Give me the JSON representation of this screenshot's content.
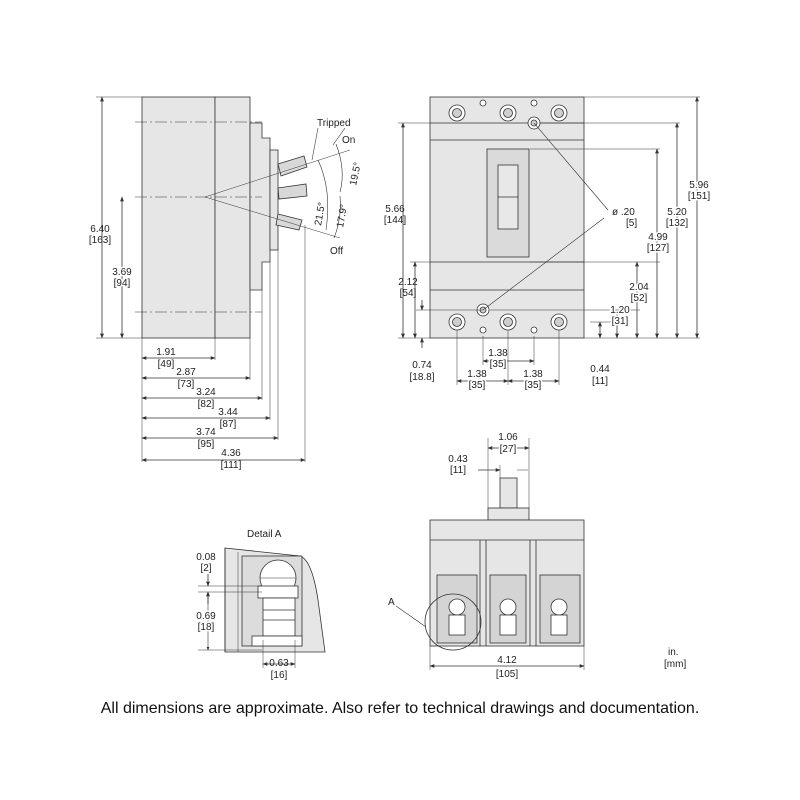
{
  "labels": {
    "tripped": "Tripped",
    "on": "On",
    "off": "Off",
    "detail_a": "Detail A",
    "a_marker": "A",
    "units_in": "in.",
    "units_mm": "[mm]"
  },
  "side_view": {
    "angle_195": "19.5°",
    "angle_215": "21.5°",
    "angle_179": "17.9°",
    "height_in": "6.40",
    "height_mm": "[163]",
    "handle_h_in": "3.69",
    "handle_h_mm": "[94]",
    "d1_in": "1.91",
    "d1_mm": "[49]",
    "d2_in": "2.87",
    "d2_mm": "[73]",
    "d3_in": "3.24",
    "d3_mm": "[82]",
    "d4_in": "3.44",
    "d4_mm": "[87]",
    "d5_in": "3.74",
    "d5_mm": "[95]",
    "d6_in": "4.36",
    "d6_mm": "[111]"
  },
  "front_view": {
    "h566_in": "5.66",
    "h566_mm": "[144]",
    "h212_in": "2.12",
    "h212_mm": "[54]",
    "h074_in": "0.74",
    "h074_mm": "[18.8]",
    "hole_in": "ø .20",
    "hole_mm": "[5]",
    "h596_in": "5.96",
    "h596_mm": "[151]",
    "h520_in": "5.20",
    "h520_mm": "[132]",
    "h499_in": "4.99",
    "h499_mm": "[127]",
    "h204_in": "2.04",
    "h204_mm": "[52]",
    "h120_in": "1.20",
    "h120_mm": "[31]",
    "h044_in": "0.44",
    "h044_mm": "[11]",
    "p1_in": "1.38",
    "p1_mm": "[35]",
    "p2_in": "1.38",
    "p2_mm": "[35]",
    "p3_in": "1.38",
    "p3_mm": "[35]"
  },
  "bottom_view": {
    "w106_in": "1.06",
    "w106_mm": "[27]",
    "w043_in": "0.43",
    "w043_mm": "[11]",
    "w412_in": "4.12",
    "w412_mm": "[105]"
  },
  "detail": {
    "d008_in": "0.08",
    "d008_mm": "[2]",
    "d069_in": "0.69",
    "d069_mm": "[18]",
    "d063_in": "0.63",
    "d063_mm": "[16]"
  },
  "footnote": "All dimensions are approximate.  Also refer to technical drawings and documentation."
}
